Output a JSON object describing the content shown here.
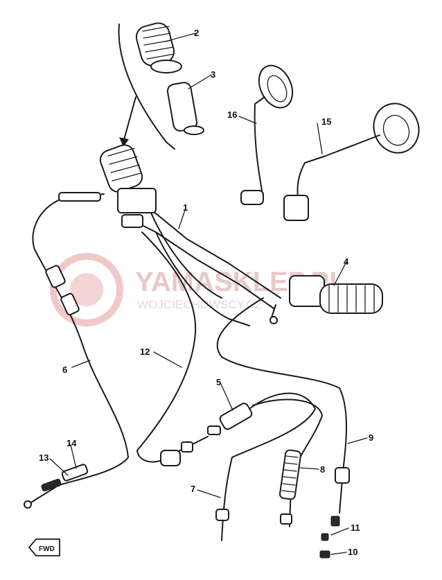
{
  "watermark": {
    "brand": "YAMASKLEP.PL",
    "sub": "WOJCIECHOWSCY.CZ",
    "color": "#e8c9c9"
  },
  "direction_marker": "FWD",
  "part_labels": {
    "p1": "1",
    "p2": "2",
    "p3": "3",
    "p4": "4",
    "p5": "5",
    "p6": "6",
    "p7": "7",
    "p8": "8",
    "p9": "9",
    "p10": "10",
    "p11": "11",
    "p12": "12",
    "p13": "13",
    "p14": "14",
    "p15": "15",
    "p16": "16"
  }
}
